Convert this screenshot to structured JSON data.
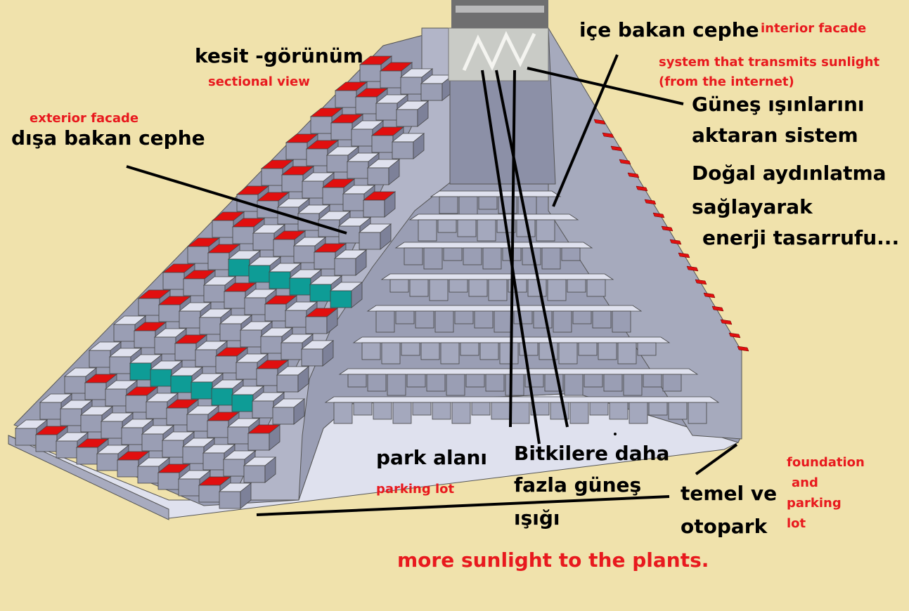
{
  "colors": {
    "background": "#f0e2ac",
    "stone_top": "#dfe1ee",
    "stone_face": "#9a9eb4",
    "stone_side": "#7d8199",
    "red_planter": "#e10f0f",
    "teal_glass": "#0e9c96",
    "leader_line": "#000000",
    "label_black": "#000000",
    "label_red": "#e8191e"
  },
  "labels": {
    "sectional_tr": "kesit -görünüm",
    "sectional_en": "sectional view",
    "exterior_en": "exterior facade",
    "exterior_tr": "dışa bakan cephe",
    "interior_tr": "içe bakan cephe",
    "interior_en": "interior facade",
    "system_en_1": "system that transmits sunlight",
    "system_en_2": "(from the internet)",
    "system_tr_1": "Güneş ışınlarını",
    "system_tr_2": "aktaran sistem",
    "energy_tr_1": "Doğal aydınlatma",
    "energy_tr_2": "sağlayarak",
    "energy_tr_3": "enerji tasarrufu...",
    "park_tr": "park alanı",
    "park_en": "parking lot",
    "plants_tr_1": "Bitkilere daha",
    "plants_tr_2": "fazla güneş",
    "plants_tr_3": "ışığı",
    "foundation_tr_1": "temel ve",
    "foundation_tr_2": "otopark",
    "foundation_en_1": "foundation",
    "foundation_en_2": "and",
    "foundation_en_3": "parking",
    "foundation_en_4": "lot",
    "sunlight_en": "more sunlight to the plants."
  },
  "icons": {
    "light_collector": "sunlight-collector-photo"
  }
}
